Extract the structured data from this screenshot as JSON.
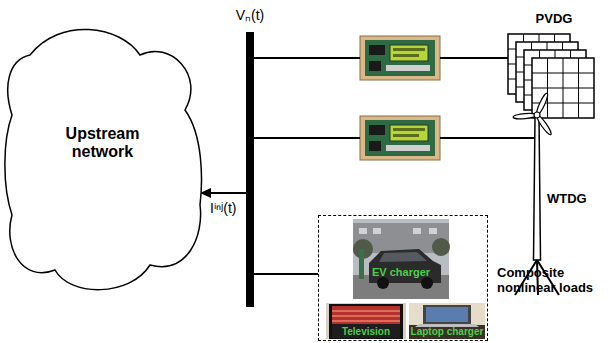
{
  "diagram": {
    "nodes": [
      {
        "text": [
          "Upstream network"
        ]
      },
      {
        "text": [
          "Vₙ(t)"
        ]
      },
      {
        "text": [
          "PVDG"
        ]
      },
      {
        "text": [
          "WTDG"
        ]
      },
      {
        "text": [
          "Composite nonlinear loads"
        ]
      },
      {
        "text": [
          "EV charger"
        ],
        "in": 4
      },
      {
        "text": [
          "Television"
        ],
        "in": 4
      },
      {
        "text": [
          "Laptop charger"
        ],
        "in": 4
      }
    ],
    "edges": [
      {
        "from": 1,
        "to": 0,
        "arrow": "to",
        "label": "Iⁱⁿʲ(t)"
      },
      {
        "from": 1,
        "to": 2,
        "arrow": "none"
      },
      {
        "from": 1,
        "to": 3,
        "arrow": "none"
      },
      {
        "from": 1,
        "to": 4,
        "arrow": "none"
      }
    ]
  }
}
